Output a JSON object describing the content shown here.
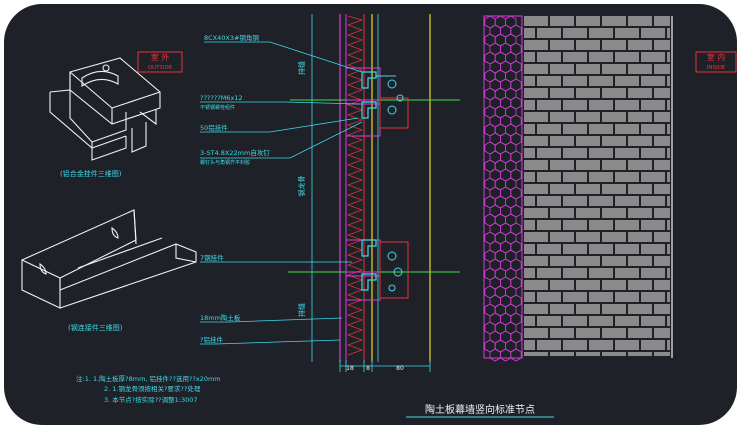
{
  "labels": {
    "outside_cn": "室 外",
    "outside_en": "OUTSIDE",
    "inside_cn": "室 内",
    "inside_en": "INSIDE",
    "iso1_caption": "(铝合金挂件三维图)",
    "iso2_caption": "(钢连接件三维图)",
    "title": "陶土板幕墙竖向标准节点"
  },
  "callouts": [
    "8CX40X3#钢角钢",
    "??????M6x12",
    "不锈钢螺栓组件",
    "50铝挂件",
    "3-ST4.8X22mm自攻钉",
    "螺钉头与角钢齐平封胶",
    "7钢挂件",
    "18mm陶土板",
    "?铝挂件"
  ],
  "vertical_labels": [
    "排缝",
    "钢龙骨",
    "排缝"
  ],
  "dims": [
    "18",
    "8",
    "80"
  ],
  "notes": [
    "注:1. 1.陶土板厚?8mm, 铝挂件??选用??x20mm",
    "2. 1.钢龙骨须按相关?要求??处理",
    "3. 本节点?按实际??调整1:3007"
  ],
  "colors": {
    "background": "#1e2228",
    "cyan": "#3fd8e8",
    "red": "#e8323a",
    "magenta": "#d83cd8",
    "yellow": "#e8d62a",
    "green": "#3fe04a",
    "white": "#f0f0f0",
    "brick": "#8a8a8a"
  }
}
